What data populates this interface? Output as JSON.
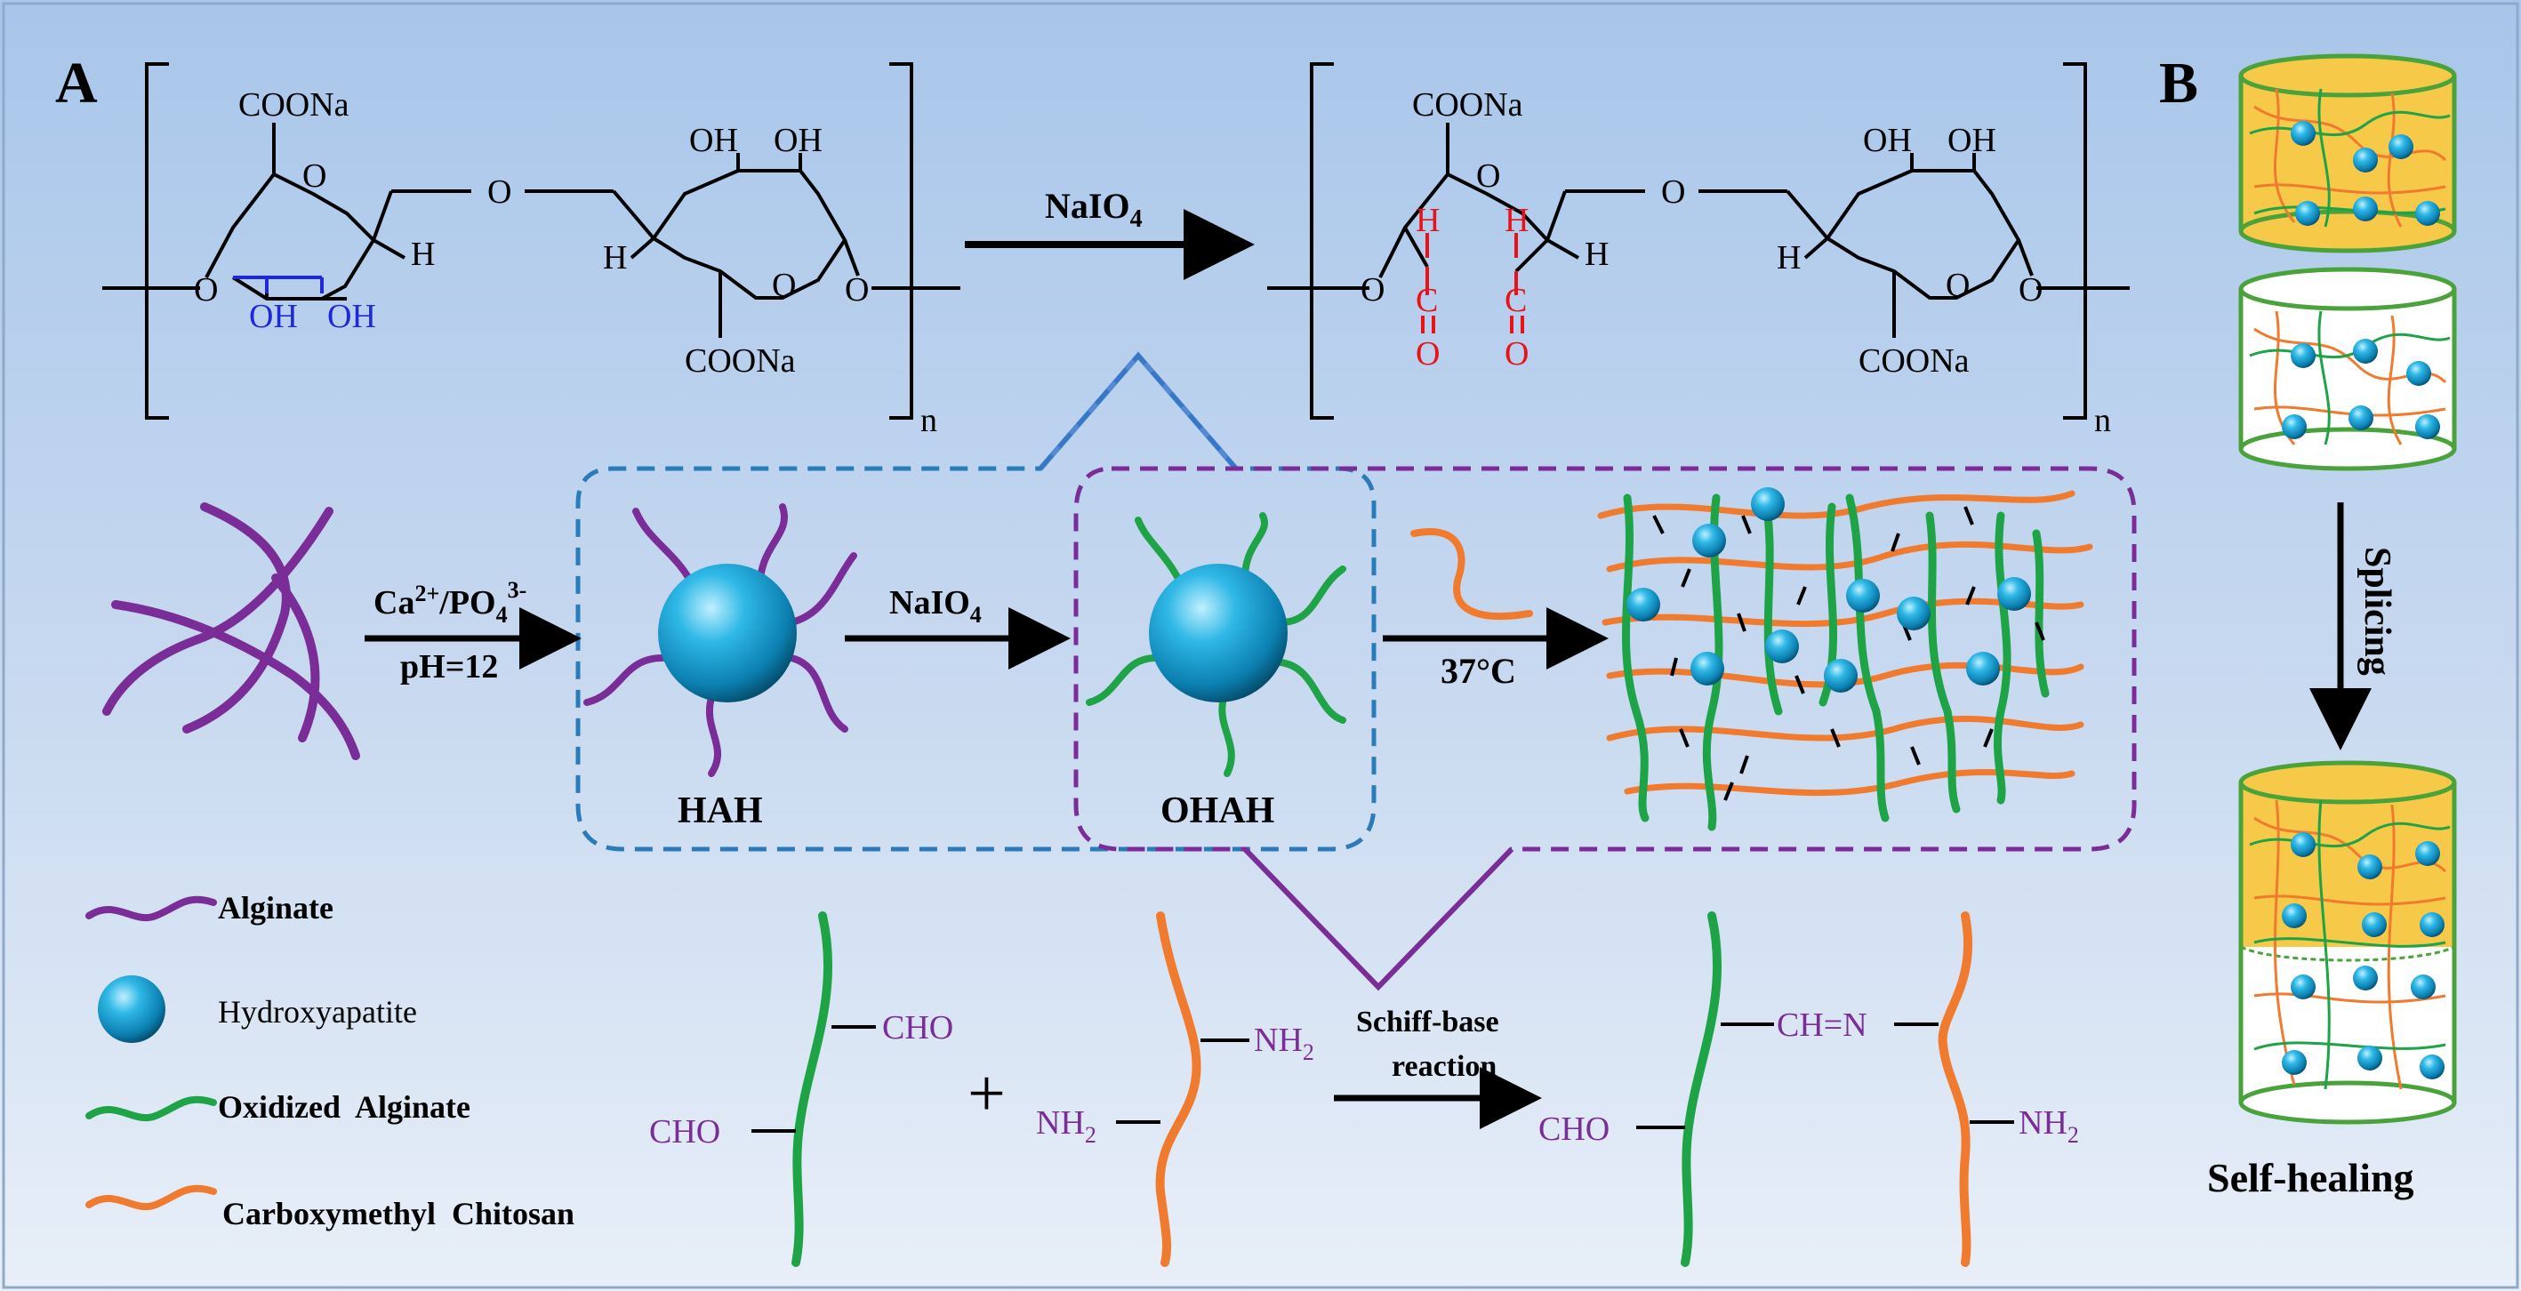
{
  "panel_labels": {
    "a": "A",
    "b": "B"
  },
  "structures": {
    "left": {
      "coona_top": "COONa",
      "coona_bottom": "COONa",
      "oh_top_1": "OH",
      "oh_top_2": "OH",
      "oh_bottom_1": "OH",
      "oh_bottom_2": "OH",
      "ring_o1": "O",
      "ring_o2": "O",
      "link_o": "O",
      "end_o_left": "O",
      "end_o_right": "O",
      "h1": "H",
      "h2": "H",
      "subscript_n": "n"
    },
    "right": {
      "coona_top": "COONa",
      "coona_bottom": "COONa",
      "oh_top_1": "OH",
      "oh_top_2": "OH",
      "ring_o1": "O",
      "ring_o2": "O",
      "link_o": "O",
      "end_o_left": "O",
      "end_o_right": "O",
      "h1": "H",
      "h2": "H",
      "ald_h1": "H",
      "ald_c1": "C",
      "ald_o1": "O",
      "ald_h2": "H",
      "ald_c2": "C",
      "ald_o2": "O",
      "subscript_n": "n"
    },
    "arrow_top_label": "NaIO",
    "arrow_top_sub": "4"
  },
  "process": {
    "step1_label_a": "Ca",
    "step1_label_a_sup": "2+",
    "step1_label_b": "/PO",
    "step1_label_b_sub": "4",
    "step1_label_b_sup": "3-",
    "step1_label_c": "pH=12",
    "step2_label": "NaIO",
    "step2_label_sub": "4",
    "step3_label": "37°C",
    "hah_label": "HAH",
    "ohah_label": "OHAH"
  },
  "legend": [
    {
      "label": "Alginate",
      "color": "#7b2d97"
    },
    {
      "label": "Hydroxyapatite",
      "color": "#1aa3d1"
    },
    {
      "label": "Oxidized  Alginate",
      "color": "#1ea347"
    },
    {
      "label": "Carboxymethyl  Chitosan",
      "color": "#f07a2e"
    }
  ],
  "reaction": {
    "cho_top": "CHO",
    "cho_left": "CHO",
    "plus": "+",
    "nh2_top": "NH",
    "nh2_left": "NH",
    "nh2_sub": "2",
    "arrow_label_1": "Schiff-base",
    "arrow_label_2": "reaction",
    "product_link": "CH=N",
    "product_cho": "CHO",
    "product_nh2": "NH"
  },
  "panel_b": {
    "splicing_label": "Splicing",
    "self_healing_label": "Self-healing"
  },
  "colors": {
    "alginate": "#7b2d97",
    "oxidized_alginate": "#1ea347",
    "chitosan": "#f07a2e",
    "hydroxyapatite": "#1aa3d1",
    "hydroxyl_blue": "#1f2ad6",
    "aldehyde_red": "#e8121b",
    "box_blue": "#2b7bb9",
    "box_purple": "#7b2d97",
    "gel_yellow": "#f7c948",
    "gel_edge": "#4aa33a"
  }
}
